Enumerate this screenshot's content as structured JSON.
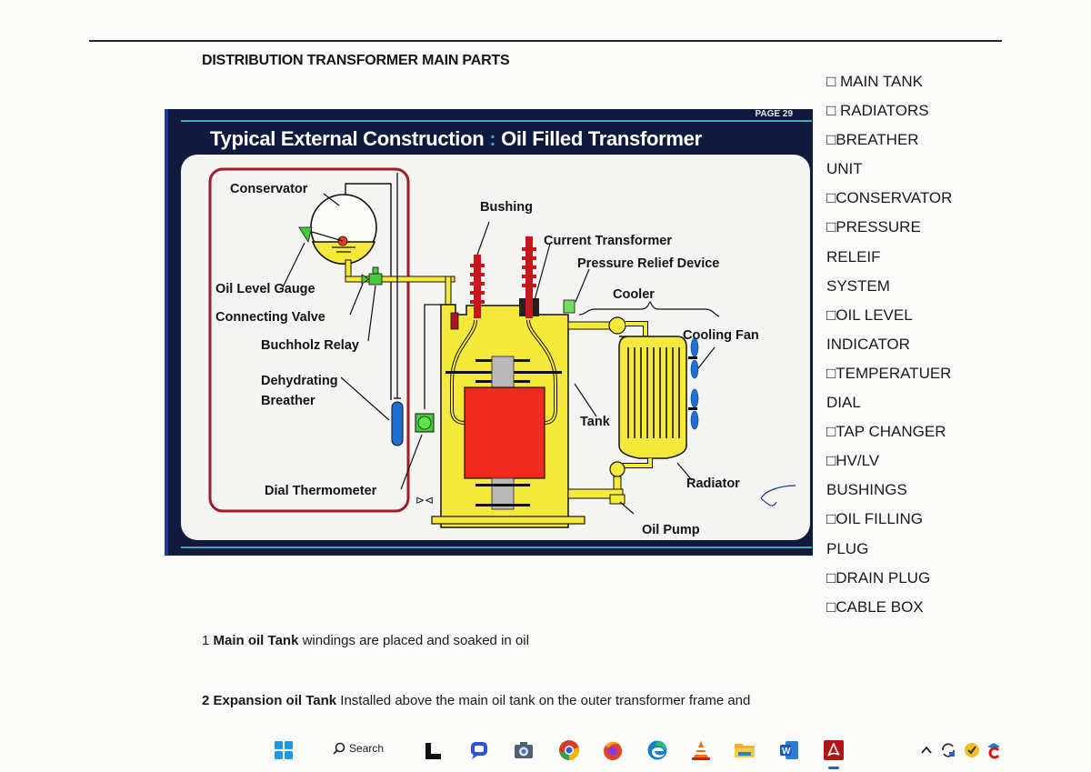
{
  "document": {
    "heading": "DISTRIBUTION TRANSFORMER MAIN PARTS",
    "figure": {
      "page_label": "PAGE 29",
      "title_left": "Typical External Construction",
      "title_sep": " : ",
      "title_right": "Oil Filled Transformer",
      "labels": {
        "conservator": "Conservator",
        "oil_level_gauge": "Oil Level Gauge",
        "connecting_valve": "Connecting Valve",
        "buchholz_relay": "Buchholz Relay",
        "dehydrating_breather_1": "Dehydrating",
        "dehydrating_breather_2": "Breather",
        "dial_thermometer": "Dial Thermometer",
        "bushing": "Bushing",
        "current_transformer": "Current Transformer",
        "pressure_relief_device": "Pressure Relief Device",
        "cooler": "Cooler",
        "cooling_fan": "Cooling Fan",
        "tank": "Tank",
        "radiator": "Radiator",
        "oil_pump": "Oil Pump"
      },
      "colors": {
        "frame": "#101a3c",
        "accent": "#3aa7c4",
        "oil": "#f5ea3c",
        "core": "#ee2b1c",
        "bushing": "#c8161c",
        "breather": "#1e6fd0",
        "valve": "#48c83c",
        "outline_box": "#a01c2c"
      }
    },
    "parts_list": [
      "□ MAIN TANK",
      "□ RADIATORS",
      "□BREATHER",
      "UNIT",
      "□CONSERVATOR",
      "□PRESSURE",
      "RELEIF",
      "SYSTEM",
      "□OIL LEVEL",
      "INDICATOR",
      "□TEMPERATUER",
      "DIAL",
      "□TAP CHANGER",
      "□HV/LV",
      "BUSHINGS",
      "□OIL FILLING",
      "PLUG",
      "□DRAIN PLUG",
      "□CABLE BOX"
    ],
    "paragraphs": [
      {
        "number": "1",
        "term": "Main oil Tank",
        "text": " windings are placed and soaked in oil"
      },
      {
        "number": "2",
        "term": "Expansion oil Tank",
        "text": " Installed above the main oil tank on the outer transformer frame and"
      }
    ]
  },
  "taskbar": {
    "search_label": "Search",
    "items": [
      "start",
      "search",
      "terminal",
      "chat",
      "camera",
      "chrome",
      "firefox",
      "edge",
      "vlc",
      "file-explorer",
      "word",
      "acrobat"
    ],
    "tray": [
      "show-hidden-icons",
      "sync",
      "norton",
      "app"
    ]
  }
}
